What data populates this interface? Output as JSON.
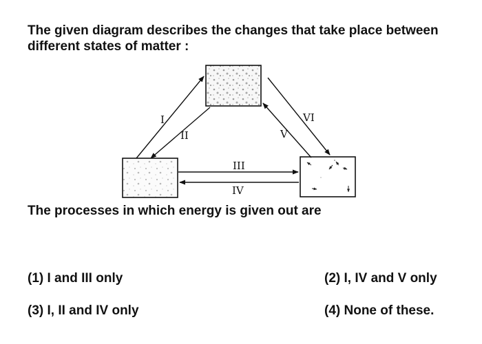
{
  "question": {
    "line1": "The given diagram describes the changes that take place between",
    "line2": "different states of matter :"
  },
  "diagram": {
    "labels": {
      "I": "I",
      "II": "II",
      "III": "III",
      "IV": "IV",
      "V": "V",
      "VI": "VI"
    }
  },
  "prompt": "The processes in which energy is given out are",
  "options": [
    "(1) I and III only",
    "(2) I, IV and V only",
    "(3) I, II and IV only",
    "(4) None of these."
  ]
}
